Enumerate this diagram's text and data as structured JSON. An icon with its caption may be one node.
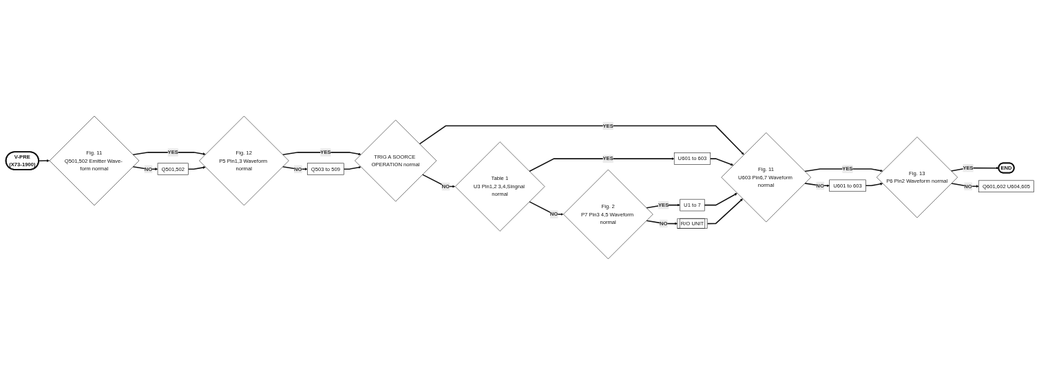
{
  "diagram": {
    "nodes": [
      {
        "text": [
          "V-PRE",
          "(X73-1900)"
        ]
      },
      {
        "text": [
          "Fig. 11",
          "Q501,502 Emitter Wave- form normal"
        ]
      },
      {
        "text": [
          "Q501,502"
        ]
      },
      {
        "text": [
          "Fig. 12",
          "P5 Pin1,3 Waveform normal"
        ]
      },
      {
        "text": [
          "Q503 to 509"
        ]
      },
      {
        "text": [
          "TRIG A SOORCE OPERATION normal"
        ]
      },
      {
        "text": [
          "Table 1",
          "U3 Pin1,2 3,4,Singnal normal"
        ]
      },
      {
        "text": [
          "U601 to 603"
        ]
      },
      {
        "text": [
          "Fig. 2",
          "P7 Pin3 4,5 Waveform normal"
        ]
      },
      {
        "text": [
          "U1 to 7"
        ]
      },
      {
        "text": [
          "R/O UNIT"
        ]
      },
      {
        "text": [
          "Fig. 11",
          "U603 Pin6,7 Waveform normal"
        ]
      },
      {
        "text": [
          "U601 to 603"
        ]
      },
      {
        "text": [
          "Fig. 13",
          "P6 Pin2 Waveform normal"
        ]
      },
      {
        "text": [
          "Q601,602 U604,605"
        ]
      },
      {
        "text": [
          "END"
        ]
      }
    ],
    "edges": [
      {
        "from": 0,
        "to": 1,
        "arrow": "to"
      },
      {
        "from": 1,
        "to": 3,
        "arrow": "to",
        "label": "YES"
      },
      {
        "from": 1,
        "to": 2,
        "arrow": "to",
        "label": "NO"
      },
      {
        "from": 2,
        "to": 3,
        "arrow": "to"
      },
      {
        "from": 3,
        "to": 5,
        "arrow": "to",
        "label": "YES"
      },
      {
        "from": 3,
        "to": 4,
        "arrow": "to",
        "label": "NO"
      },
      {
        "from": 4,
        "to": 5,
        "arrow": "to"
      },
      {
        "from": 5,
        "to": 11,
        "arrow": "to",
        "label": "YES"
      },
      {
        "from": 5,
        "to": 6,
        "arrow": "to",
        "label": "NO"
      },
      {
        "from": 6,
        "to": 7,
        "arrow": "to",
        "label": "YES"
      },
      {
        "from": 6,
        "to": 8,
        "arrow": "to",
        "label": "NO"
      },
      {
        "from": 7,
        "to": 11,
        "arrow": "to"
      },
      {
        "from": 8,
        "to": 9,
        "arrow": "to",
        "label": "YES"
      },
      {
        "from": 8,
        "to": 10,
        "arrow": "to",
        "label": "NO"
      },
      {
        "from": 9,
        "to": 11,
        "arrow": "to"
      },
      {
        "from": 10,
        "to": 11,
        "arrow": "to"
      },
      {
        "from": 11,
        "to": 13,
        "arrow": "to",
        "label": "YES"
      },
      {
        "from": 11,
        "to": 12,
        "arrow": "to",
        "label": "NO"
      },
      {
        "from": 12,
        "to": 13,
        "arrow": "to"
      },
      {
        "from": 13,
        "to": 15,
        "arrow": "to",
        "label": "YES"
      },
      {
        "from": 13,
        "to": 14,
        "arrow": "to",
        "label": "NO"
      }
    ]
  }
}
